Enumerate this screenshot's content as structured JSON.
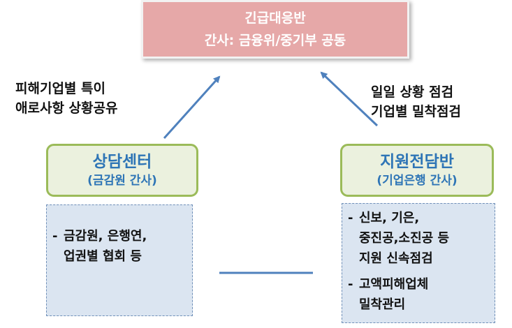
{
  "top_box": {
    "line1": "긴급대응반",
    "line2": "간사: 금융위/중기부 공동"
  },
  "left_note": {
    "line1": "피해기업별 특이",
    "line2": "애로사항 상황공유"
  },
  "right_note": {
    "line1": "일일 상황 점검",
    "line2": "기업별 밀착점검"
  },
  "left_header": {
    "title": "상담센터",
    "subtitle": "(금감원 간사)"
  },
  "right_header": {
    "title": "지원전담반",
    "subtitle": "(기업은행 간사)"
  },
  "left_panel": {
    "items": [
      {
        "bullet": "-",
        "text": "금감원, 은행연,\n업권별 협회 등"
      }
    ]
  },
  "right_panel": {
    "items": [
      {
        "bullet": "-",
        "text": "신보, 기은,\n중진공,소진공 등\n지원 신속점검"
      },
      {
        "bullet": "-",
        "text": "고액피해업체\n밀착관리"
      }
    ]
  },
  "colors": {
    "top_box": "#e6a8a8",
    "header_border": "#9bbb59",
    "header_fill": "#ebf1de",
    "header_text": "#2e75b6",
    "panel_fill": "#dbe5f1",
    "arrow": "#4f81bd",
    "connector": "#4f81bd"
  }
}
